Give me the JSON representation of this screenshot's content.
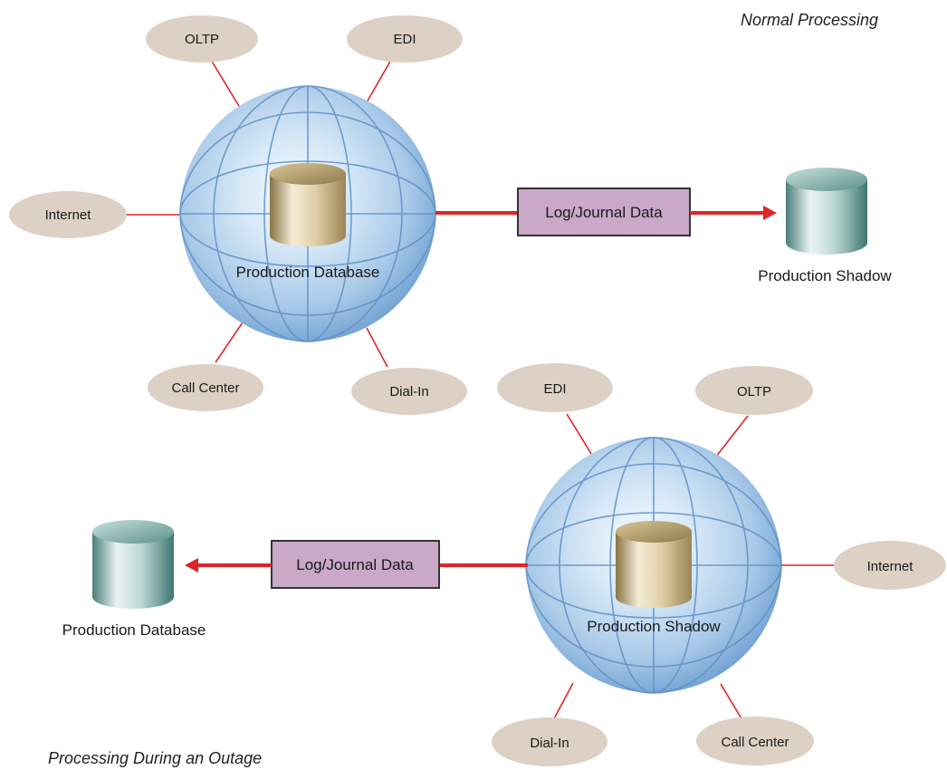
{
  "titles": {
    "normal": "Normal Processing",
    "outage": "Processing During an Outage"
  },
  "top": {
    "nodes": {
      "oltp": "OLTP",
      "edi": "EDI",
      "internet": "Internet",
      "call_center": "Call Center",
      "dial_in": "Dial-In"
    },
    "globe_db_label": "Production Database",
    "log_label": "Log/Journal Data",
    "target_label": "Production Shadow"
  },
  "bottom": {
    "nodes": {
      "edi": "EDI",
      "oltp": "OLTP",
      "internet": "Internet",
      "dial_in": "Dial-In",
      "call_center": "Call Center"
    },
    "globe_db_label": "Production Shadow",
    "log_label": "Log/Journal Data",
    "target_label": "Production Database"
  },
  "colors": {
    "connector": "#e0242a",
    "node_fill": "#dcd1c4",
    "log_box_fill": "#c9a8c8",
    "globe_light": "#f4f9fe",
    "globe_mid": "#a9cbe9",
    "globe_dark": "#6e9fd0",
    "primary_db": "#b39a63",
    "shadow_db": "#4f8a84"
  }
}
